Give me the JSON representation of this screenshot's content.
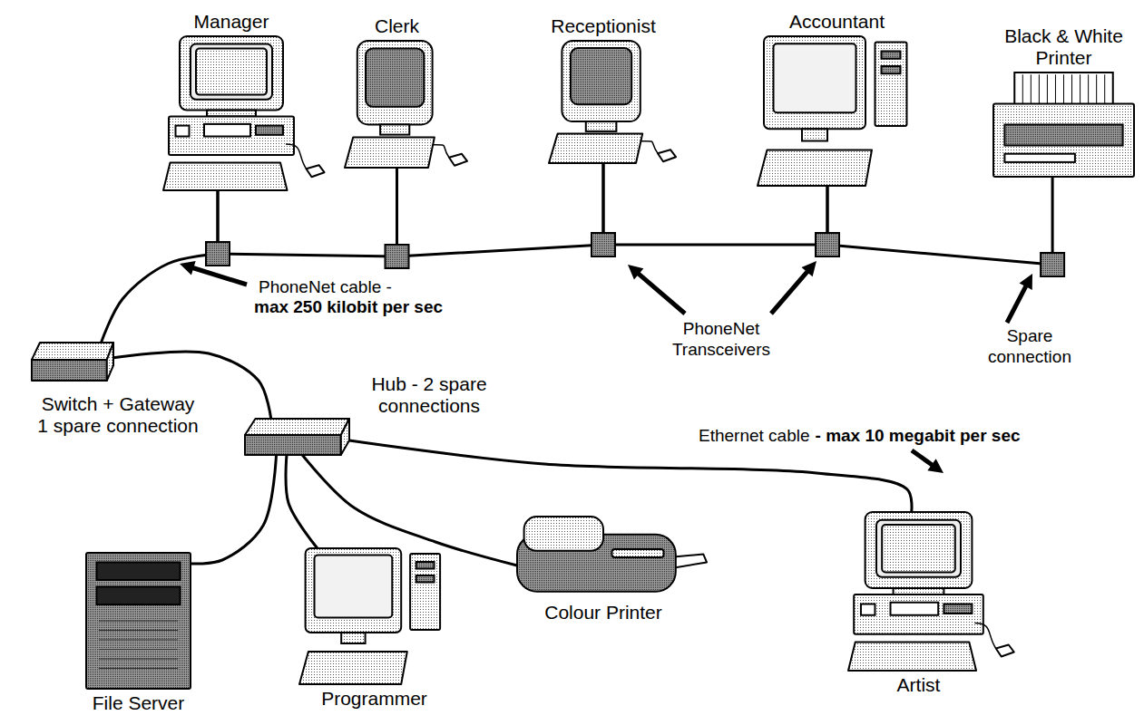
{
  "diagram": {
    "nodes": [
      {
        "text": [
          "Manager"
        ]
      },
      {
        "text": [
          "Clerk"
        ]
      },
      {
        "text": [
          "Receptionist"
        ]
      },
      {
        "text": [
          "Accountant"
        ]
      },
      {
        "text": [
          "Black & White Printer"
        ]
      },
      {
        "text": [
          "Switch + Gateway",
          "1 spare connection"
        ]
      },
      {
        "text": [
          "Hub - 2 spare connections"
        ]
      },
      {
        "text": [
          "File Server"
        ]
      },
      {
        "text": [
          "Programmer"
        ]
      },
      {
        "text": [
          "Colour Printer"
        ]
      },
      {
        "text": [
          "Artist"
        ]
      }
    ],
    "edges": [
      {
        "from": 5,
        "to": 0,
        "arrow": "none"
      },
      {
        "from": 0,
        "to": 1,
        "arrow": "none"
      },
      {
        "from": 1,
        "to": 2,
        "arrow": "none"
      },
      {
        "from": 2,
        "to": 3,
        "arrow": "none"
      },
      {
        "from": 3,
        "to": 4,
        "arrow": "none"
      },
      {
        "from": 5,
        "to": 6,
        "arrow": "none"
      },
      {
        "from": 6,
        "to": 7,
        "arrow": "none"
      },
      {
        "from": 6,
        "to": 8,
        "arrow": "none"
      },
      {
        "from": 6,
        "to": 9,
        "arrow": "none"
      },
      {
        "from": 6,
        "to": 10,
        "arrow": "none"
      }
    ],
    "labels": [
      "PhoneNet cable -",
      "max 250 kilobit per sec",
      "PhoneNet Transceivers",
      "Spare connection",
      "Ethernet cable",
      "- max 10 megabit per sec"
    ]
  }
}
